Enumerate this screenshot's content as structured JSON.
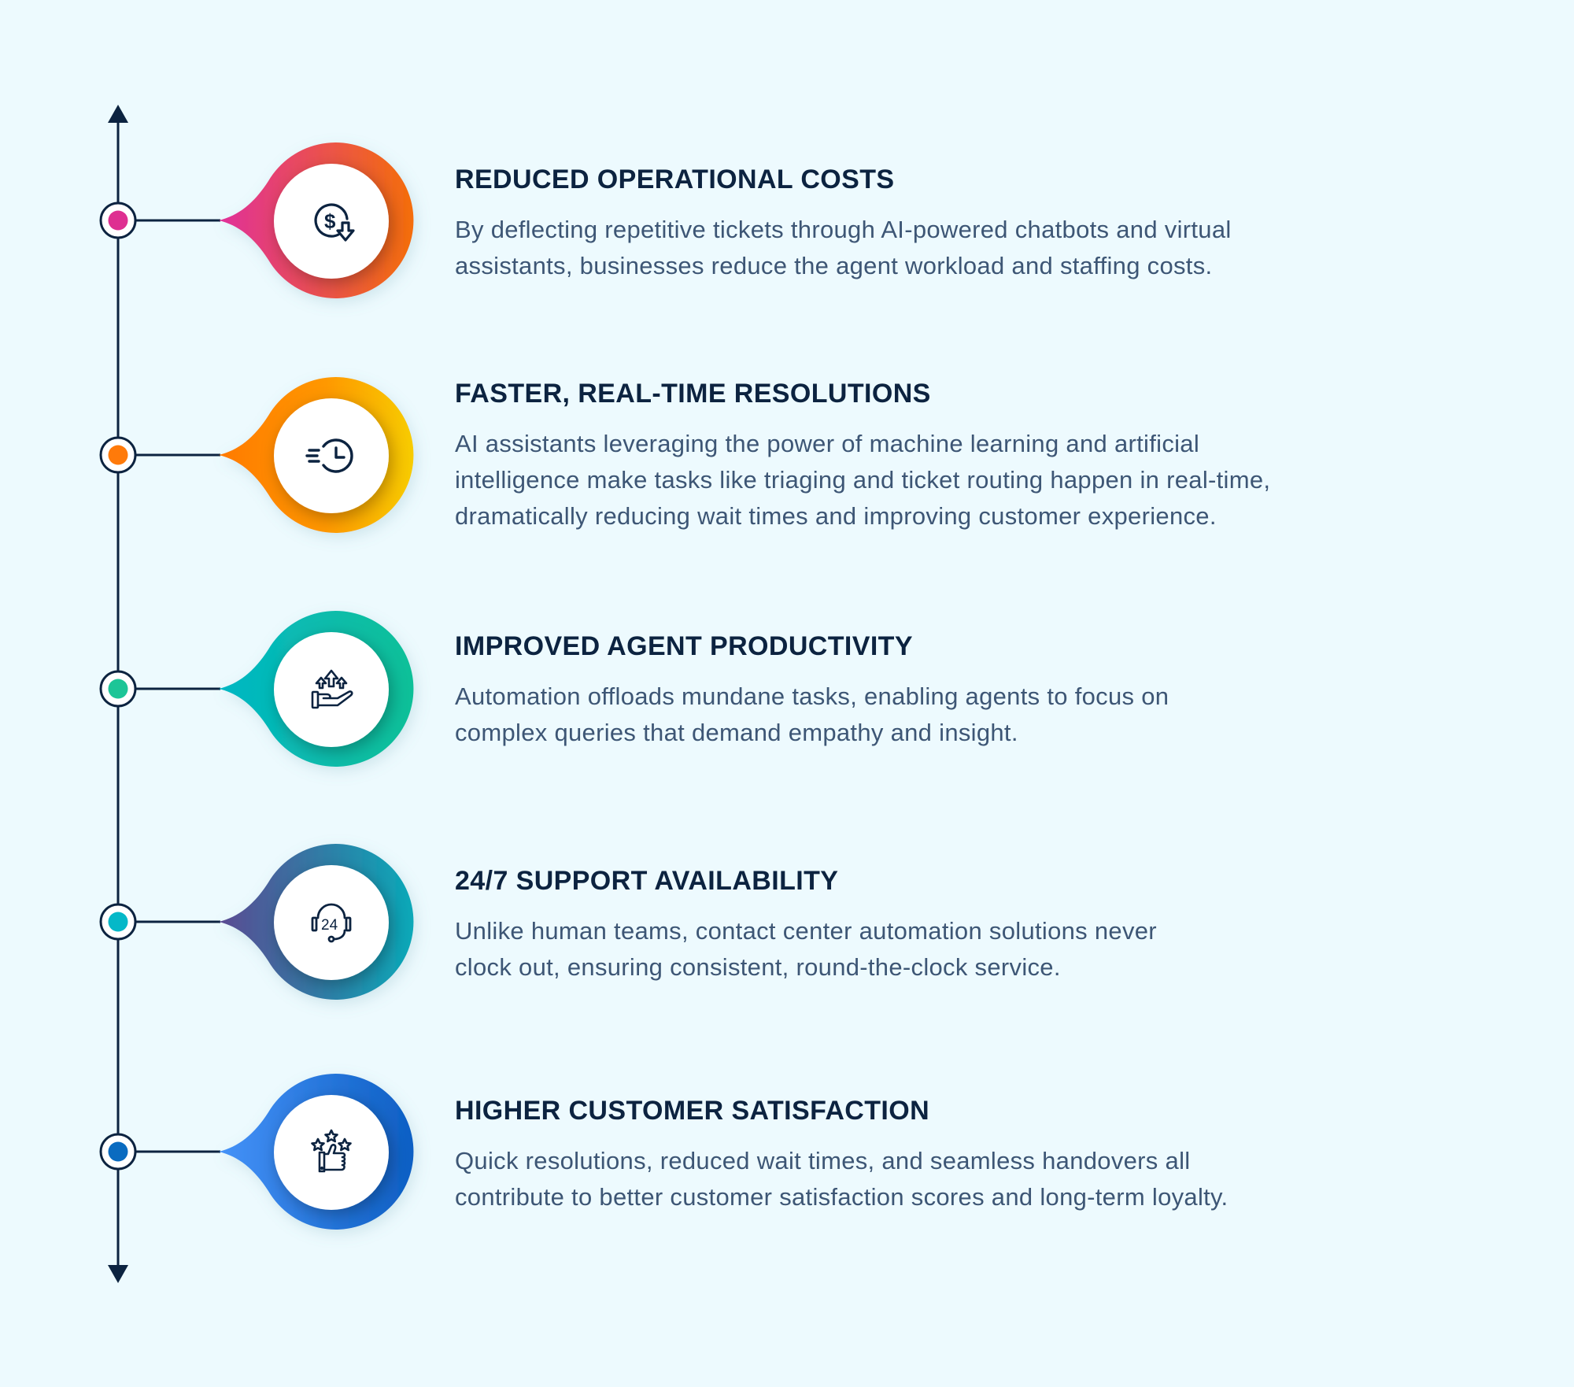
{
  "timeline": {
    "line_color": "#0c2340",
    "background": "#edfafe",
    "top_arrow": "arrow-up",
    "bottom_arrow": "arrow-down"
  },
  "items": [
    {
      "title": "REDUCED OPERATIONAL COSTS",
      "body_lines": [
        "By deflecting repetitive tickets through AI-powered chatbots and virtual",
        "assistants, businesses reduce the agent workload and staffing costs."
      ],
      "icon": "dollar-cost-down-icon",
      "marker_color": "#de2f91",
      "gradient": [
        "#e0309a",
        "#f46e0a"
      ]
    },
    {
      "title": "FASTER, REAL-TIME RESOLUTIONS",
      "body_lines": [
        "AI assistants leveraging the power of machine learning and artificial",
        "intelligence make tasks like triaging and ticket routing happen in real-time,",
        "dramatically reducing wait times and improving customer experience."
      ],
      "icon": "fast-clock-icon",
      "marker_color": "#ff7a0a",
      "gradient": [
        "#ff7a00",
        "#f7c800"
      ]
    },
    {
      "title": "IMPROVED AGENT PRODUCTIVITY",
      "body_lines": [
        "Automation offloads mundane tasks, enabling agents to focus on",
        "complex queries that demand empathy and insight."
      ],
      "icon": "hand-growth-arrows-icon",
      "marker_color": "#1dc597",
      "gradient": [
        "#02b7c4",
        "#10c098"
      ]
    },
    {
      "title": "24/7 SUPPORT AVAILABILITY",
      "body_lines": [
        "Unlike human teams, contact center automation solutions never",
        "clock out, ensuring consistent, round-the-clock service."
      ],
      "icon": "headset-24-icon",
      "marker_color": "#05b8c8",
      "gradient": [
        "#5b4a92",
        "#0aa9b8"
      ]
    },
    {
      "title": "HIGHER CUSTOMER SATISFACTION",
      "body_lines": [
        "Quick resolutions, reduced wait times, and seamless handovers all",
        "contribute to better customer satisfaction scores and long-term loyalty."
      ],
      "icon": "thumbs-up-stars-icon",
      "marker_color": "#0a6bc0",
      "gradient": [
        "#3e8ef7",
        "#0d5fc4"
      ]
    }
  ]
}
